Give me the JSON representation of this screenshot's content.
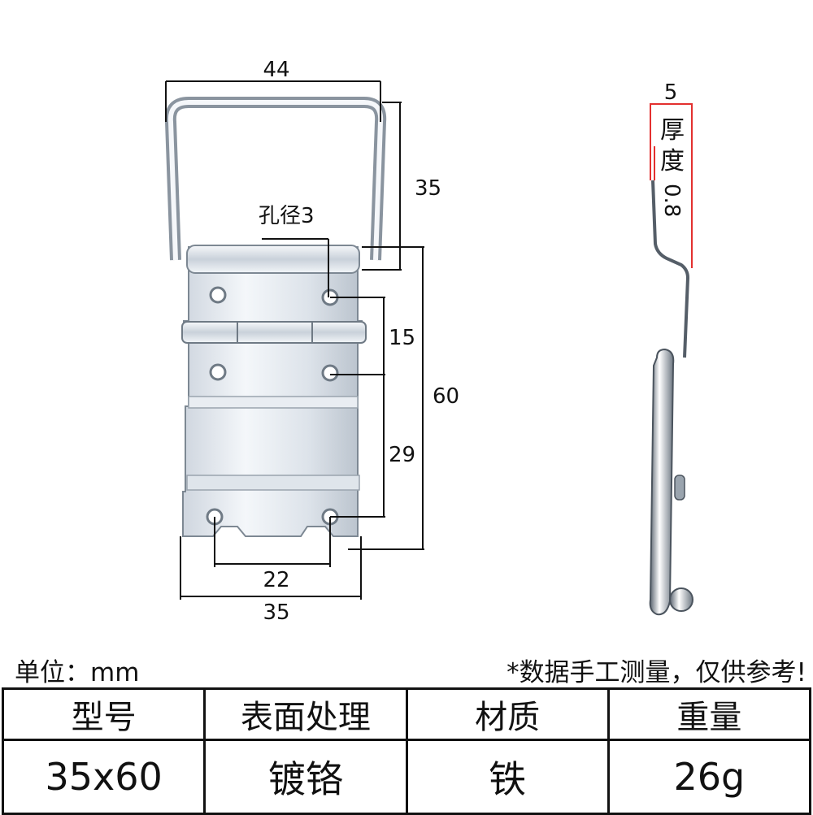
{
  "drawing": {
    "front_view": {
      "dim_loop_width": "44",
      "dim_loop_height": "35",
      "hole_note": "孔径3",
      "dim_hole_spacing_upper": "15",
      "dim_total_height": "60",
      "dim_hole_spacing_lower": "29",
      "dim_hole_horizontal": "22",
      "dim_plate_width": "35"
    },
    "side_view": {
      "dim_depth": "5",
      "thickness_label": "厚度",
      "thickness_value": "0.8"
    }
  },
  "notes": {
    "unit": "单位：mm",
    "disclaimer": "*数据手工测量，仅供参考!"
  },
  "spec_table": {
    "headers": [
      "型号",
      "表面处理",
      "材质",
      "重量"
    ],
    "values": [
      "35x60",
      "镀铬",
      "铁",
      "26g"
    ]
  }
}
